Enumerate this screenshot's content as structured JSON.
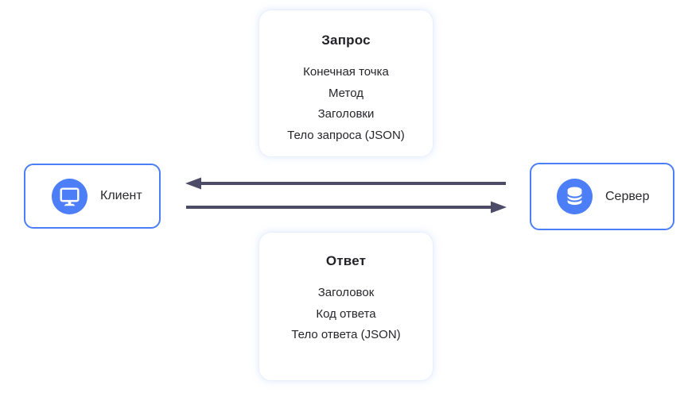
{
  "request_card": {
    "title": "Запрос",
    "items": [
      "Конечная точка",
      "Метод",
      "Заголовки",
      "Тело запроса (JSON)"
    ]
  },
  "response_card": {
    "title": "Ответ",
    "items": [
      "Заголовок",
      "Код ответа",
      "Тело ответа (JSON)"
    ]
  },
  "client_node": {
    "label": "Клиент",
    "icon": "monitor-icon"
  },
  "server_node": {
    "label": "Сервер",
    "icon": "database-icon"
  },
  "arrows": {
    "top": {
      "direction": "left"
    },
    "bottom": {
      "direction": "right"
    }
  },
  "colors": {
    "accent_blue": "#4b7ef7",
    "arrow": "#4c4b68",
    "card_glow": "#adc5f6",
    "text": "#26262a"
  }
}
